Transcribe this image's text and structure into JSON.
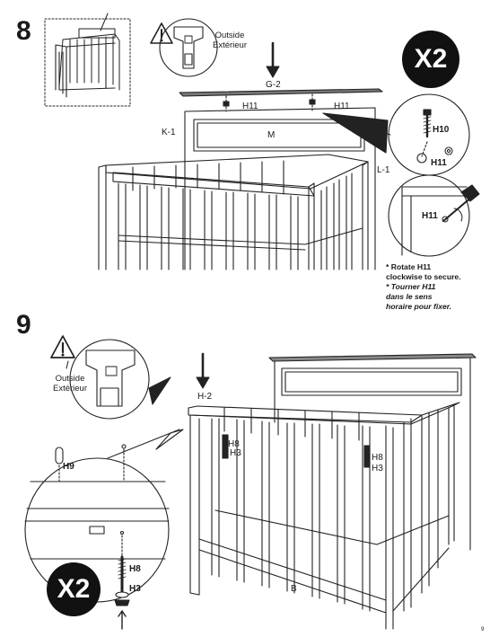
{
  "page_number": "9",
  "step8": {
    "number": "8",
    "warning_line1": "Outside",
    "warning_line2": "Extérieur",
    "x2": "X2",
    "parts": {
      "g2": "G-2",
      "k1": "K-1",
      "l1": "L-1",
      "m": "M",
      "h11_left": "H11",
      "h11_right": "H11",
      "h10": "H10",
      "h11_zoom": "H11",
      "h11_detail": "H11"
    },
    "note_en_1": "* Rotate H11",
    "note_en_2": "clockwise to secure.",
    "note_fr_1": "* Tourner H11",
    "note_fr_2": "dans le sens",
    "note_fr_3": "horaire pour fixer."
  },
  "step9": {
    "number": "9",
    "warning_line1": "Outside",
    "warning_line2": "Extérieur",
    "x2": "X2",
    "parts": {
      "h2": "H-2",
      "h9": "H9",
      "h8_left": "H8",
      "h3_left": "H3",
      "h8_right": "H8",
      "h3_right": "H3",
      "h8_zoom": "H8",
      "h3_zoom": "H3",
      "b": "B"
    }
  }
}
